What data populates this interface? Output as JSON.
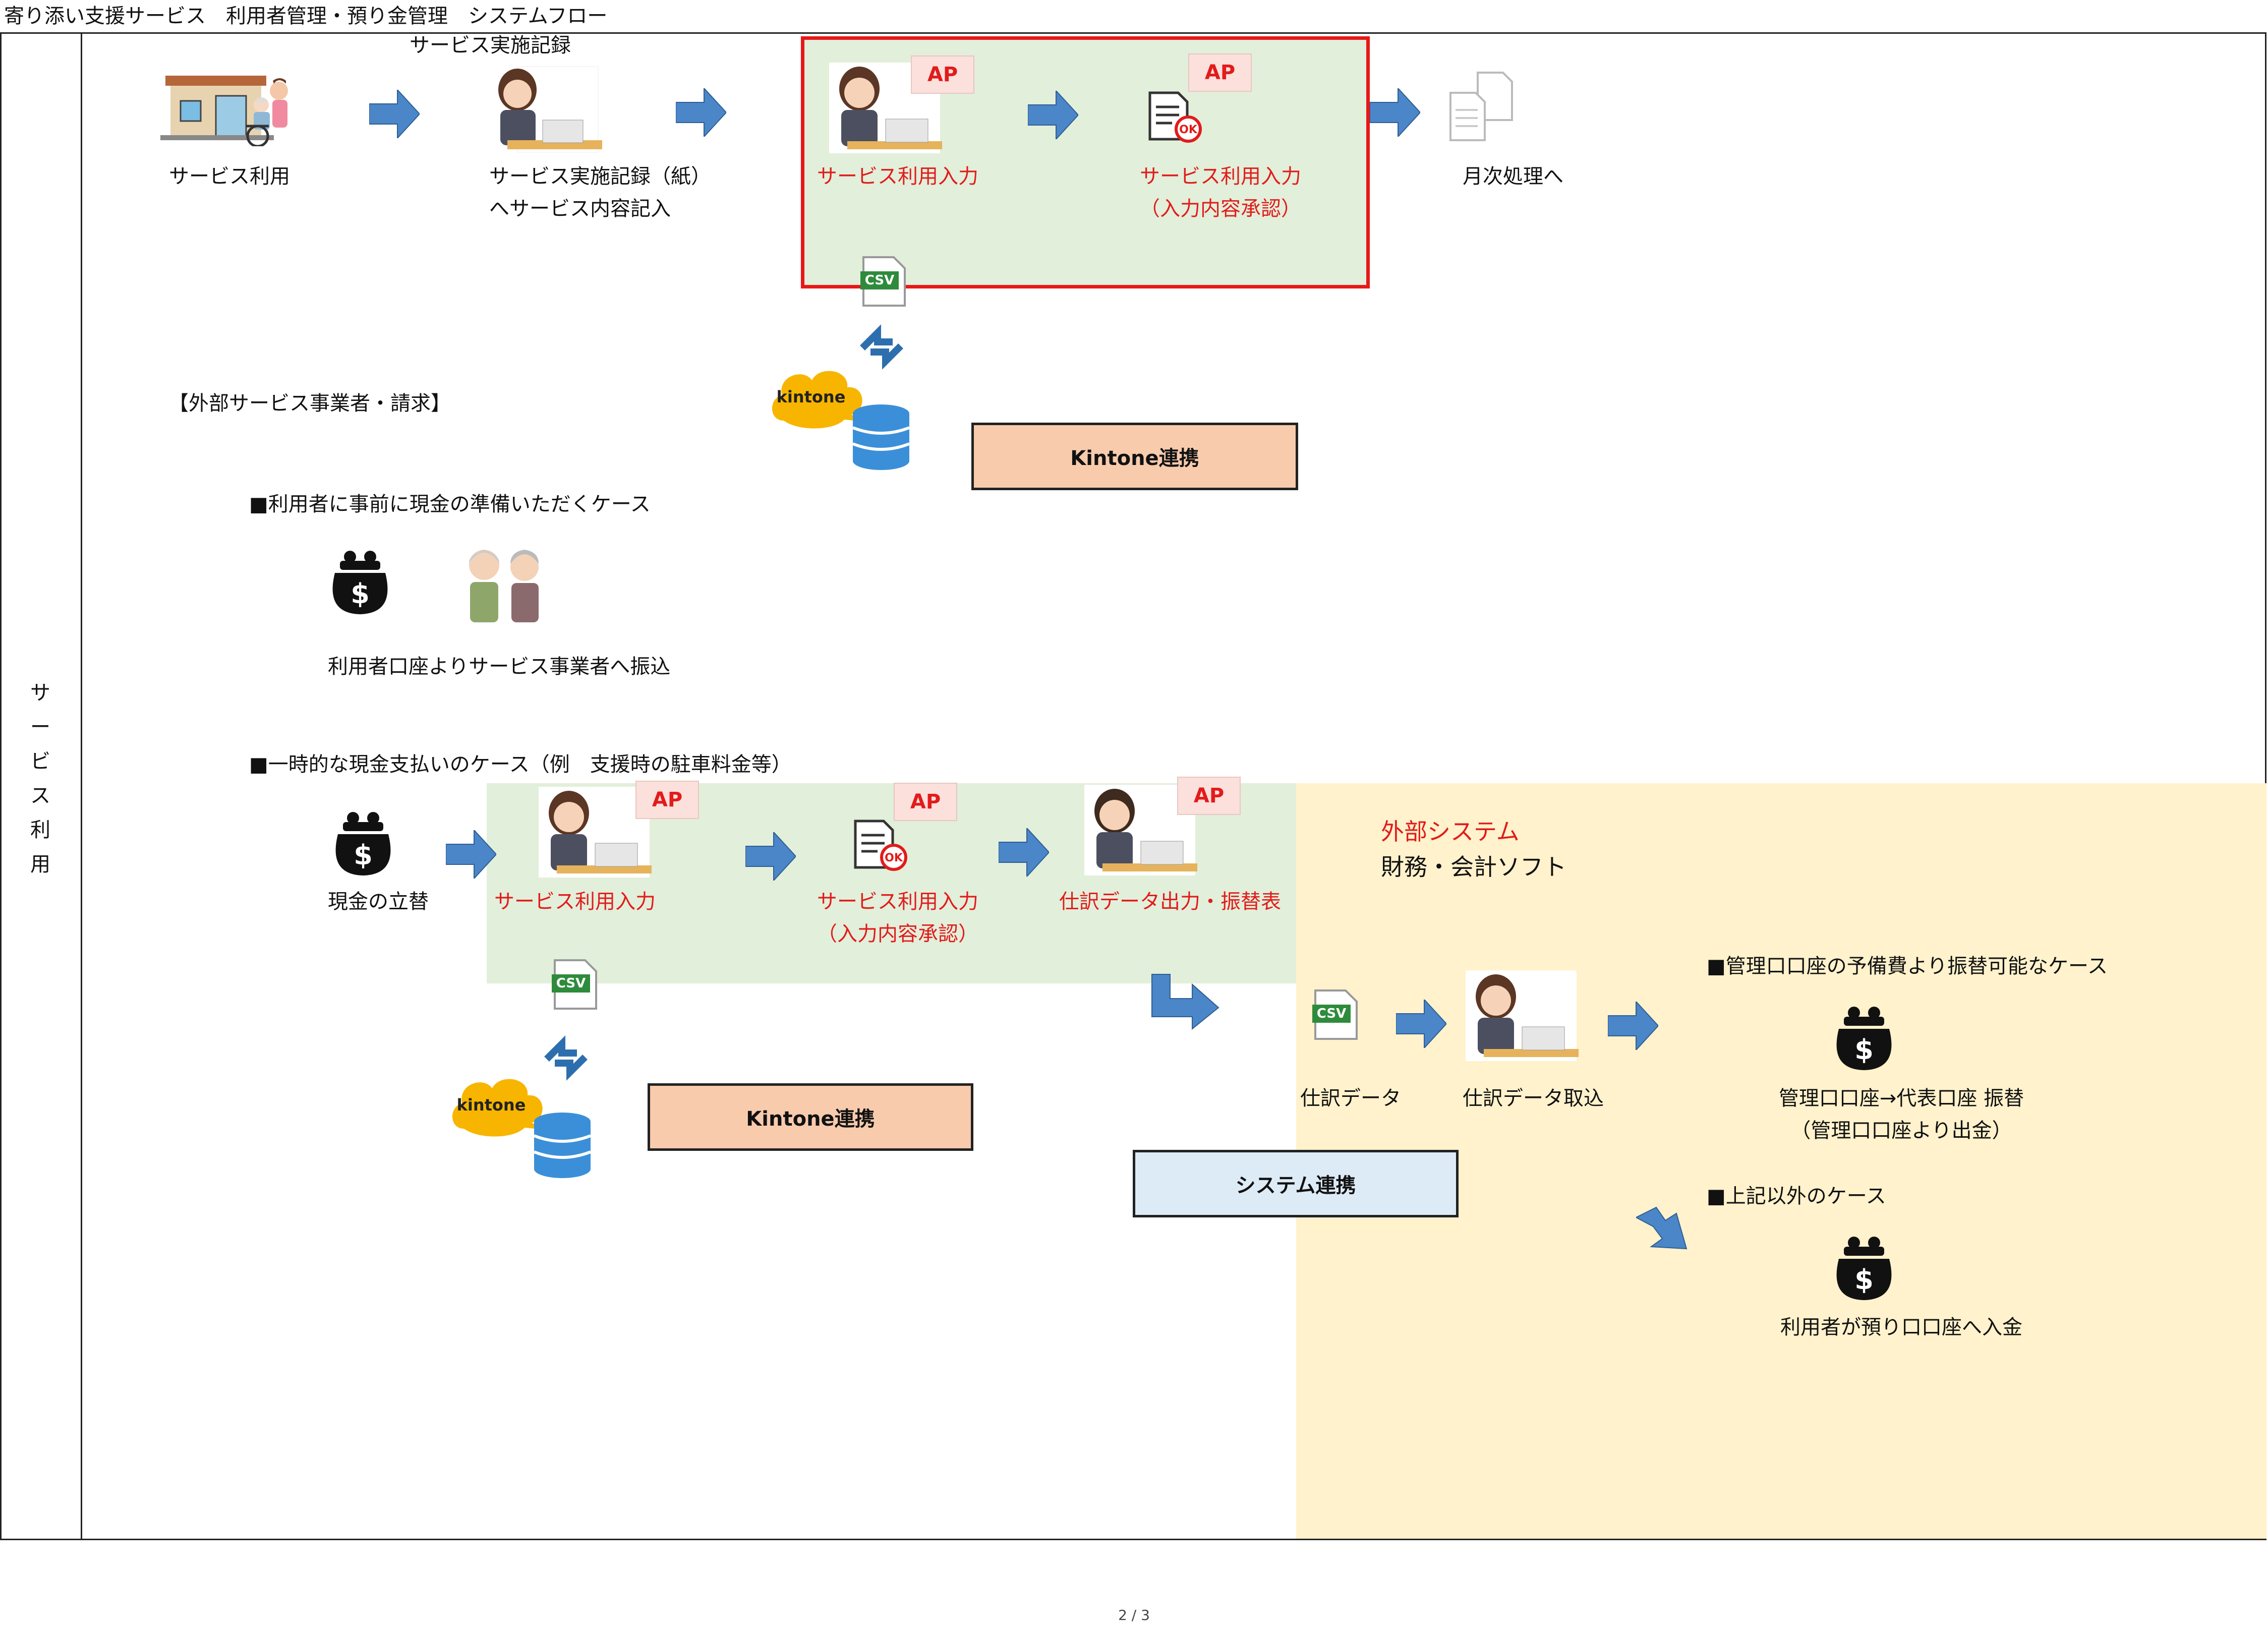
{
  "header": {
    "title": "寄り添い支援サービス　利用者管理・預り金管理　システムフロー"
  },
  "lane": {
    "label": [
      "サ",
      "ー",
      "ビ",
      "ス",
      "利",
      "用"
    ]
  },
  "flow1": {
    "service_use": "サービス利用",
    "record_caption": "サービス実施記録",
    "record_line1": "サービス実施記録（紙）",
    "record_line2": "へサービス内容記入",
    "input_label": "サービス利用入力",
    "approve_line1": "サービス利用入力",
    "approve_line2": "（入力内容承認）",
    "monthly": "月次処理へ",
    "ap1": "AP",
    "ap2": "AP"
  },
  "kintone1": {
    "logo_text": "kintone",
    "csv_label": "CSV",
    "box_label": "Kintone連携"
  },
  "external_heading": "【外部サービス事業者・請求】",
  "case1": {
    "heading": "■利用者に事前に現金の準備いただくケース",
    "caption": "利用者口座よりサービス事業者へ振込"
  },
  "case2": {
    "heading": "■一時的な現金支払いのケース（例　支援時の駐車料金等）",
    "cash_caption": "現金の立替",
    "input_label": "サービス利用入力",
    "approve_line1": "サービス利用入力",
    "approve_line2": "（入力内容承認）",
    "journal_output": "仕訳データ出力・振替表",
    "ap1": "AP",
    "ap2": "AP",
    "ap3": "AP"
  },
  "kintone2": {
    "logo_text": "kintone",
    "csv_label": "CSV",
    "box_label": "Kintone連携"
  },
  "external_system": {
    "title": "外部システム",
    "subtitle": "財務・会計ソフト",
    "journal_data": "仕訳データ",
    "journal_import": "仕訳データ取込",
    "csv_label": "CSV",
    "case_a_heading": "■管理口口座の予備費より振替可能なケース",
    "case_a_line1": "管理口口座→代表口座 振替",
    "case_a_line2": "（管理口口座より出金）",
    "case_b_heading": "■上記以外のケース",
    "case_b_caption": "利用者が預り口口座へ入金"
  },
  "system_link": {
    "box_label": "システム連携"
  },
  "footer": {
    "page": "2 / 3"
  },
  "colors": {
    "accent_red": "#e21b1b",
    "green_zone": "#e2efda",
    "yellow_zone": "#fff2cc",
    "kintone_box": "#f8cbad",
    "system_box": "#ddebf7",
    "arrow_blue": "#4a86c8"
  }
}
